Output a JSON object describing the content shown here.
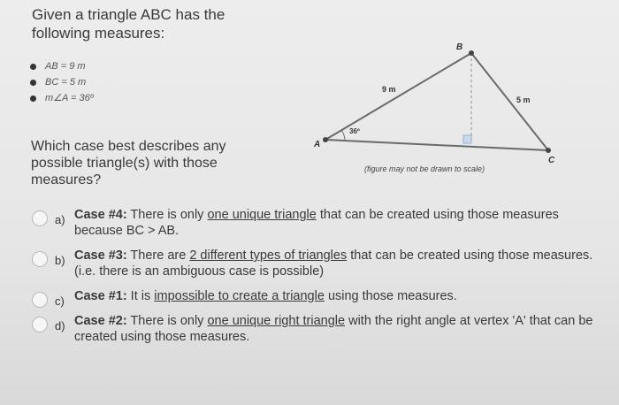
{
  "header": {
    "title": "Given a triangle ABC has the following measures:"
  },
  "measures": [
    "AB = 9 m",
    "BC = 5 m",
    "m∠A = 36º"
  ],
  "question": "Which case best describes any possible triangle(s) with those measures?",
  "figure": {
    "vertex_a": "A",
    "vertex_b": "B",
    "vertex_c": "C",
    "side_ab": "9 m",
    "side_bc": "5 m",
    "angle_a": "36º",
    "caption": "(figure may not be drawn to scale)"
  },
  "options": [
    {
      "letter": "a)",
      "case": "Case #4:",
      "text_before": " There is only ",
      "underlined": "one unique triangle",
      "text_after": " that can be created using those measures because BC > AB."
    },
    {
      "letter": "b)",
      "case": "Case #3:",
      "text_before": " There are ",
      "underlined": "2 different types of triangles",
      "text_after": " that can be created using those measures. (i.e. there is an ambiguous case is possible)"
    },
    {
      "letter": "c)",
      "case": "Case #1:",
      "text_before": " It is ",
      "underlined": "impossible to create a triangle",
      "text_after": " using those measures."
    },
    {
      "letter": "d)",
      "case": "Case #2:",
      "text_before": " There is only ",
      "underlined": "one unique right triangle",
      "text_after": "  with the right angle at vertex 'A' that can be created using those measures."
    }
  ]
}
